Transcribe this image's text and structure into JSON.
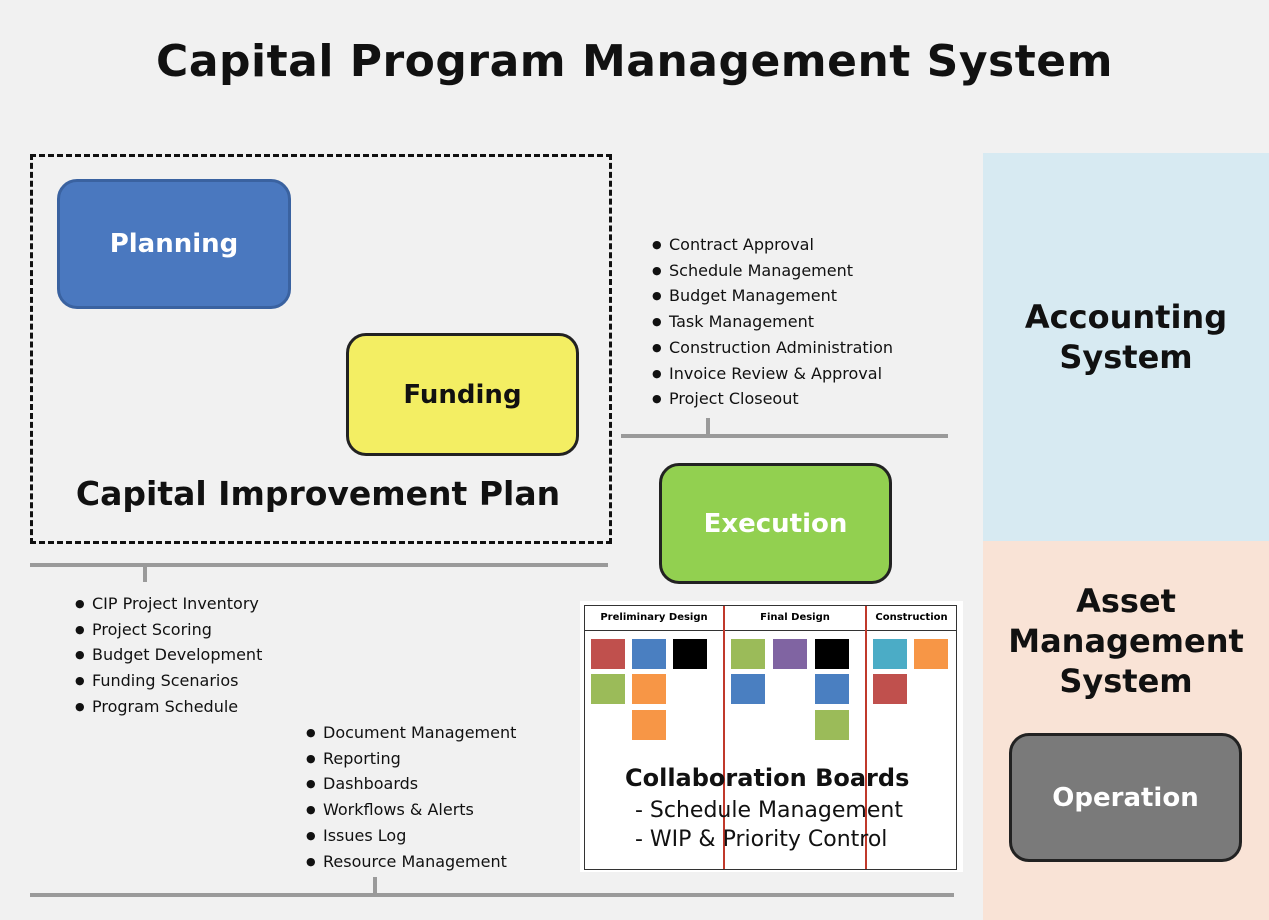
{
  "title": "Capital Program Management System",
  "cip": {
    "label": "Capital Improvement Plan",
    "planning": "Planning",
    "funding": "Funding",
    "items": [
      "CIP Project Inventory",
      "Project Scoring",
      "Budget Development",
      "Funding Scenarios",
      "Program Schedule"
    ]
  },
  "execution": {
    "label": "Execution",
    "items": [
      "Contract Approval",
      "Schedule Management",
      "Budget Management",
      "Task Management",
      "Construction Administration",
      "Invoice Review & Approval",
      "Project Closeout"
    ]
  },
  "common": {
    "items": [
      "Document Management",
      "Reporting",
      "Dashboards",
      "Workflows & Alerts",
      "Issues Log",
      "Resource Management"
    ]
  },
  "board": {
    "columns": [
      "Preliminary Design",
      "Final Design",
      "Construction"
    ],
    "title": "Collaboration Boards",
    "items": [
      "- Schedule Management",
      "- WIP & Priority Control"
    ]
  },
  "accounting": {
    "line1": "Accounting",
    "line2": "System"
  },
  "asset": {
    "line1": "Asset",
    "line2": "Management",
    "line3": "System",
    "operation": "Operation"
  },
  "colors": {
    "planning": "#4a78bf",
    "funding": "#f3ee63",
    "execution": "#92d050",
    "operation": "#7a7a7a",
    "accounting_panel": "#d7eaf2",
    "asset_panel": "#f9e3d6",
    "card_red": "#c0504d",
    "card_blue": "#4a7fc1",
    "card_black": "#000000",
    "card_green": "#9bbb59",
    "card_orange": "#f79646",
    "card_purple": "#8064a2",
    "card_teal": "#4bacc6"
  }
}
